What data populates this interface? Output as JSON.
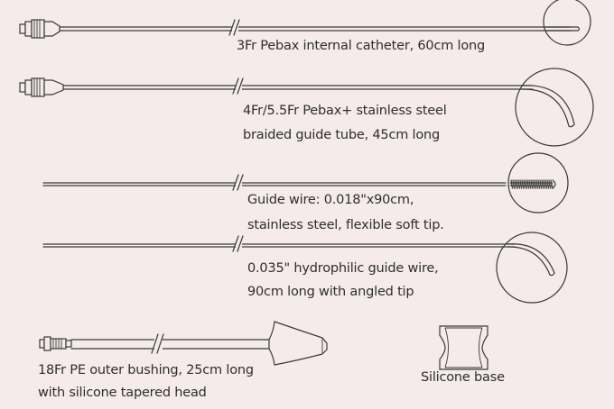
{
  "items": [
    {
      "lines": [
        "3Fr Pebax internal catheter, 60cm long"
      ]
    },
    {
      "lines": [
        "4Fr/5.5Fr Pebax+ stainless steel",
        "braided guide tube, 45cm long"
      ]
    },
    {
      "lines": [
        "Guide wire: 0.018\"x90cm,",
        "stainless steel, flexible soft tip."
      ]
    },
    {
      "lines": [
        "0.035\" hydrophilic guide wire,",
        "90cm long with angled tip"
      ]
    },
    {
      "lines": [
        "18Fr PE outer bushing, 25cm long",
        "with silicone tapered head"
      ]
    },
    {
      "lines": [
        "Silicone base"
      ]
    }
  ],
  "colors": {
    "background": "#f4ebea",
    "line": "#3a3a3a",
    "text": "#2e2e2e"
  }
}
